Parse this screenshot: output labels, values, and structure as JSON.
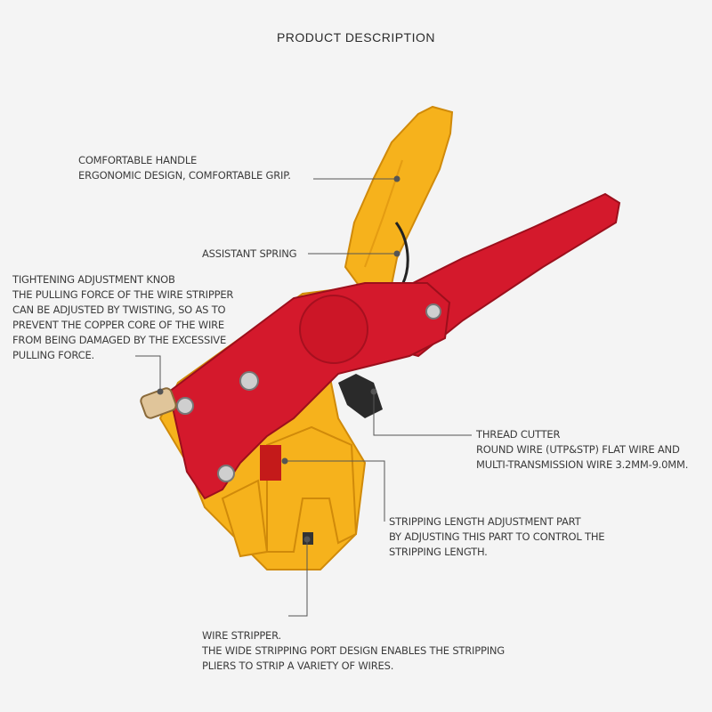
{
  "header": {
    "title": "PRODUCT DESCRIPTION"
  },
  "callouts": {
    "handle": [
      "COMFORTABLE HANDLE",
      "ERGONOMIC DESIGN, COMFORTABLE GRIP."
    ],
    "spring": [
      "ASSISTANT SPRING"
    ],
    "knob": [
      "TIGHTENING ADJUSTMENT KNOB",
      "THE PULLING FORCE OF THE WIRE STRIPPER",
      "CAN BE ADJUSTED BY TWISTING, SO AS TO",
      "PREVENT THE COPPER CORE OF THE WIRE",
      "FROM BEING DAMAGED BY THE EXCESSIVE",
      "PULLING FORCE."
    ],
    "cutter": [
      "THREAD CUTTER",
      "ROUND WIRE (UTP&STP) FLAT WIRE AND",
      "MULTI-TRANSMISSION WIRE 3.2MM-9.0MM."
    ],
    "length": [
      "STRIPPING LENGTH ADJUSTMENT PART",
      "BY ADJUSTING THIS PART TO CONTROL THE",
      "STRIPPING LENGTH."
    ],
    "stripper": [
      "WIRE STRIPPER.",
      "THE WIDE STRIPPING PORT DESIGN ENABLES THE STRIPPING",
      "PLIERS TO STRIP A VARIETY OF WIRES."
    ]
  },
  "colors": {
    "yellow": "#f6b21c",
    "red": "#d4192c",
    "leader": "#555555"
  }
}
